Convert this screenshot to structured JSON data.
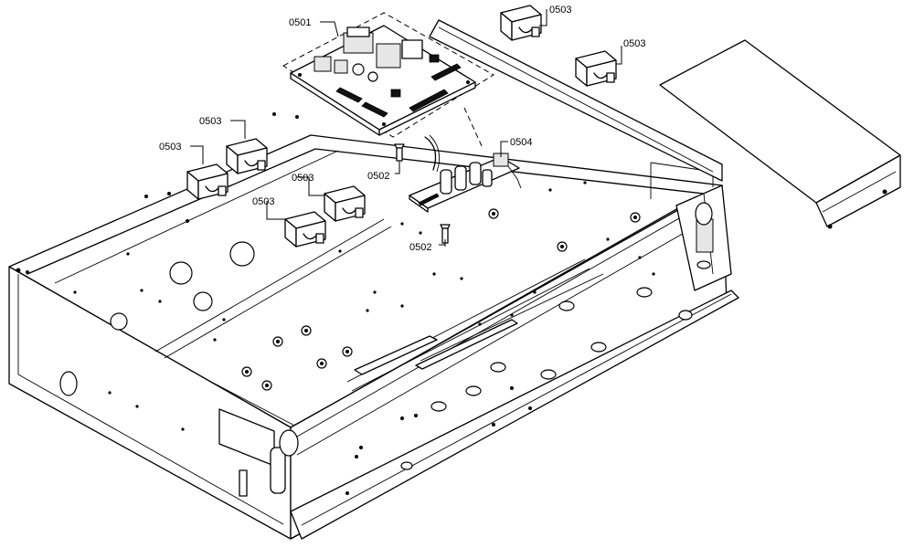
{
  "labels": {
    "pcb_main": "0501",
    "screw_a": "0502",
    "screw_b": "0502",
    "relay_top_1": "0503",
    "relay_top_2": "0503",
    "relay_left_upper": "0503",
    "relay_left_lower": "0503",
    "relay_mid_upper": "0503",
    "relay_mid_lower": "0503",
    "pcb_small": "0504"
  }
}
